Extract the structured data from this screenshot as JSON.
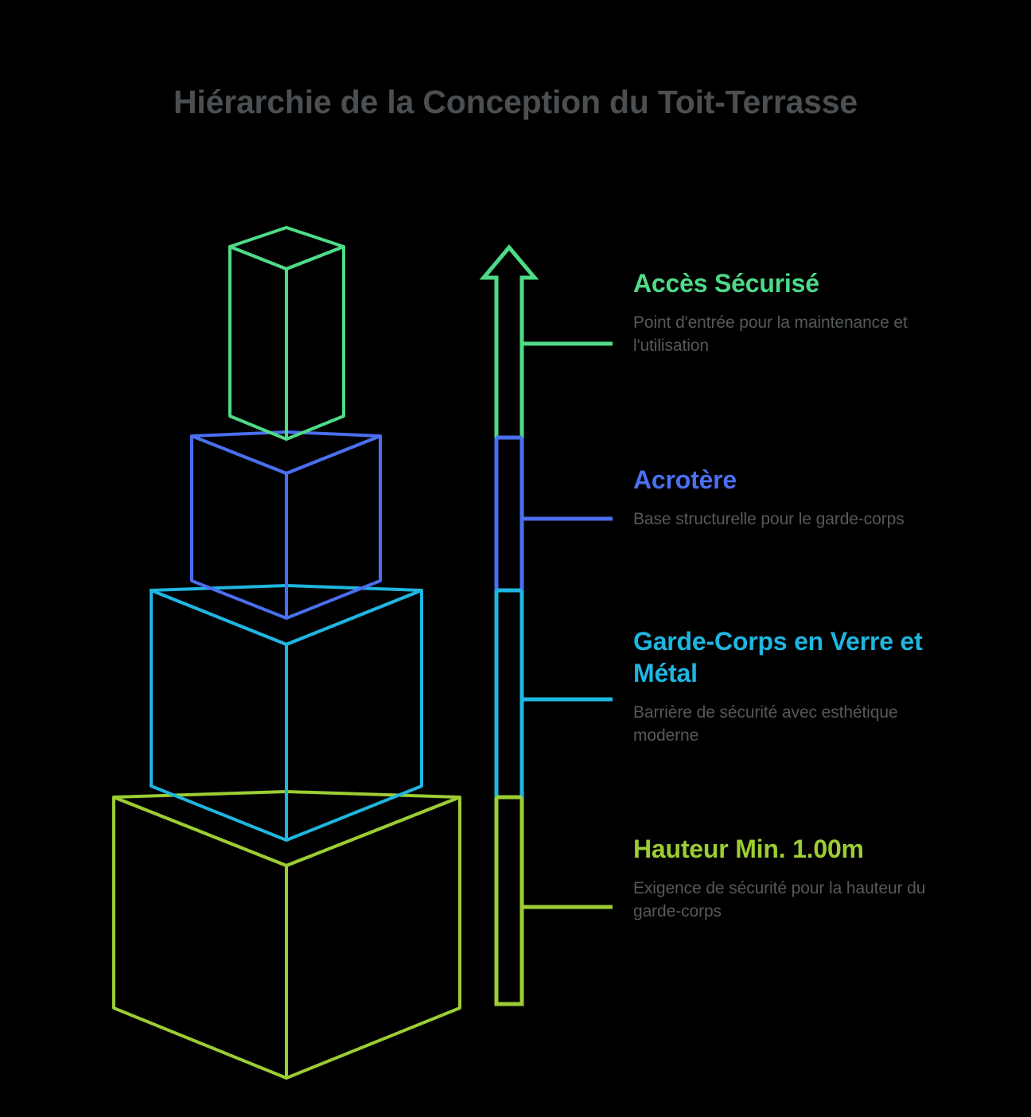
{
  "page": {
    "title": "Hiérarchie de la Conception du Toit-Terrasse",
    "background_color": "#000000",
    "title_color": "#4b4f52",
    "description_color": "#55595c"
  },
  "chart_data": {
    "type": "pyramid",
    "title": "Hiérarchie de la Conception du Toit-Terrasse",
    "orientation": "vertical-isometric-stack",
    "arrow_direction": "up",
    "levels": [
      {
        "rank": 1,
        "label": "Accès Sécurisé",
        "description": "Point d'entrée pour la maintenance et l'utilisation",
        "color": "#4ddb87",
        "width_ratio": 0.33
      },
      {
        "rank": 2,
        "label": "Acrotère",
        "description": "Base structurelle pour le garde-corps",
        "color": "#4a6ff0",
        "width_ratio": 0.53
      },
      {
        "rank": 3,
        "label": "Garde-Corps en Verre et Métal",
        "description": "Barrière de sécurité avec esthétique moderne",
        "color": "#1fb6e0",
        "width_ratio": 0.78
      },
      {
        "rank": 4,
        "label": "Hauteur Min. 1.00m",
        "description": "Exigence de sécurité pour la hauteur du garde-corps",
        "color": "#9ccd33",
        "width_ratio": 1.0
      }
    ]
  },
  "legend": [
    {
      "title": "Accès Sécurisé",
      "desc": "Point d'entrée pour la maintenance et l'utilisation",
      "color": "#4ddb87"
    },
    {
      "title": "Acrotère",
      "desc": "Base structurelle pour le garde-corps",
      "color": "#4a6ff0"
    },
    {
      "title": "Garde-Corps en Verre et Métal",
      "desc": "Barrière de sécurité avec esthétique moderne",
      "color": "#1fb6e0"
    },
    {
      "title": "Hauteur Min. 1.00m",
      "desc": "Exigence de sécurité pour la hauteur du garde-corps",
      "color": "#9ccd33"
    }
  ],
  "icons": {
    "arrow": "up-arrow-icon"
  }
}
